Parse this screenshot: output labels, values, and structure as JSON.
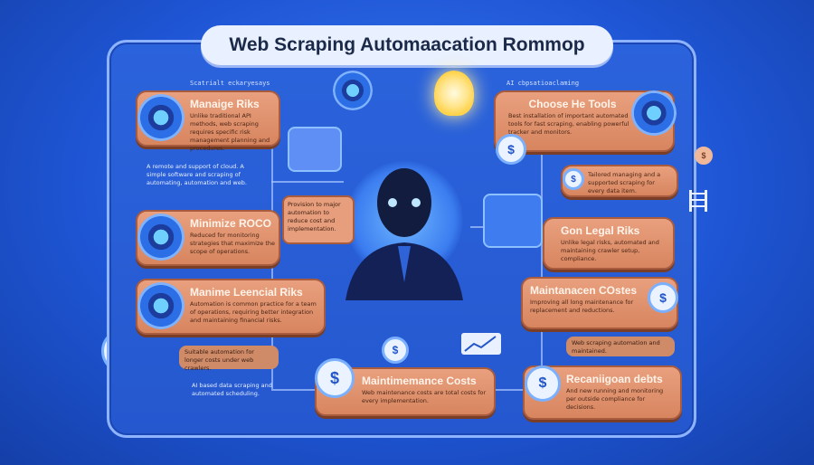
{
  "title": "Web Scraping Automaacation Rommop",
  "subtitles": [
    "Scatrialt eckaryesays",
    "AI cbpsatioaclaming"
  ],
  "cards": {
    "manage_risks": {
      "title": "Manaige Riks",
      "text": "Unlike traditional API methods, web scraping requires specific risk management planning and procedures."
    },
    "choose_tools": {
      "title": "Choose He Tools",
      "text": "Best installation of important automated tools for fast scraping, enabling powerful tracker and monitors."
    },
    "minimize_roco": {
      "title": "Minimize ROCO",
      "text": "Reduced for monitoring strategies that maximize the scope of operations."
    },
    "legal_risks": {
      "title": "Gon Legal Riks",
      "text": "Unlike legal risks, automated and maintaining crawler setup, compliance."
    },
    "financial_risks": {
      "title": "Manime Leencial Riks",
      "text": "Automation is common practice for a team of operations, requiring better integration and maintaining financial risks."
    },
    "maintenance_costs_r": {
      "title": "Maintanacen COstes",
      "text": "Improving all long maintenance for replacement and reductions."
    },
    "maintenance_costs_c": {
      "title": "Maintimemance Costs",
      "text": "Web maintenance costs are total costs for every implementation."
    },
    "recalculate_debts": {
      "title": "Recaniigoan debts",
      "text": "And new running and monitoring per outside compliance for decisions."
    }
  },
  "notes": {
    "left_top": "A remote and support of cloud. A simple software and scraping of automating, automation and web.",
    "center_box": "Provision to major automation to reduce cost and implementation.",
    "right_mid": "Tailored managing and a supported scraping for every data item.",
    "left_bottom": "Suitable automation for longer costs under web crawlers.",
    "left_low": "AI based data scraping and automated scheduling.",
    "right_low": "Web scraping automation and maintained."
  },
  "icons": {
    "dollar": "$"
  },
  "colors": {
    "card": "#d7855f",
    "board": "#2558cf",
    "bg": "#1a4fd0"
  }
}
